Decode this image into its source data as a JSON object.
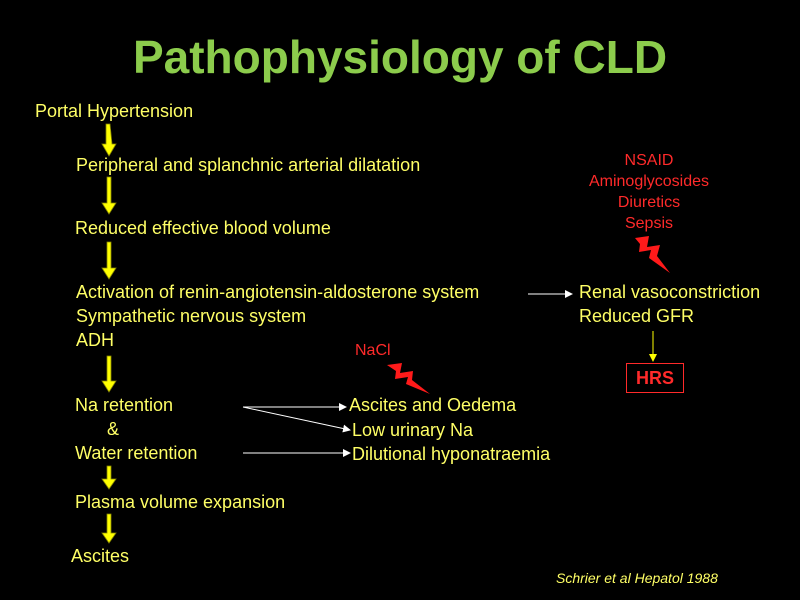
{
  "title": "Pathophysiology of CLD",
  "flow": {
    "portal": "Portal Hypertension",
    "dilatation": "Peripheral and splanchnic arterial dilatation",
    "reduced_volume": "Reduced effective blood volume",
    "raas": "Activation of renin-angiotensin-aldosterone system",
    "sympathetic": "Sympathetic nervous system",
    "adh": "ADH",
    "na_retention": "Na retention",
    "ampersand": "&",
    "water_retention": "Water retention",
    "plasma": "Plasma volume expansion",
    "ascites": "Ascites"
  },
  "outcomes": {
    "ascites_oedema": "Ascites and Oedema",
    "low_na": "Low urinary Na",
    "hyponatraemia": "Dilutional hyponatraemia"
  },
  "renal": {
    "vasoconstriction": "Renal vasoconstriction",
    "gfr": "Reduced GFR",
    "hrs": "HRS"
  },
  "precipitants": [
    "NSAID",
    "Aminoglycosides",
    "Diuretics",
    "Sepsis"
  ],
  "nacl": "NaCl",
  "citation": "Schrier et al Hepatol 1988",
  "colors": {
    "background": "#000000",
    "title": "#8ccc4c",
    "text": "#ffff66",
    "red": "#ff2a2a",
    "arrow": "#ffff00"
  },
  "icons": [
    "lightning-bolt-icon",
    "arrow-down-icon",
    "arrow-right-icon"
  ]
}
